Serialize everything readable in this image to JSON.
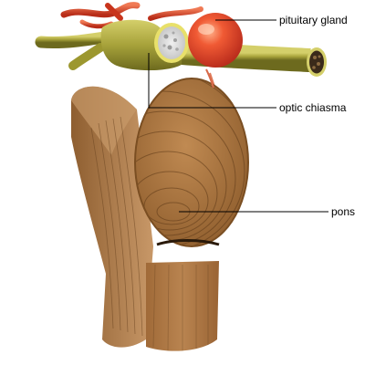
{
  "labels": {
    "pituitary": "pituitary gland",
    "chiasma": "optic chiasma",
    "pons": "pons"
  },
  "colors": {
    "background": "#ffffff",
    "brainstem_tan": "#b07a45",
    "brainstem_ridges": "#6a4420",
    "optic_nerve": "#a8a43a",
    "pituitary": "#e8452a",
    "artery": "#d93a1e",
    "leader_line": "#000000"
  }
}
